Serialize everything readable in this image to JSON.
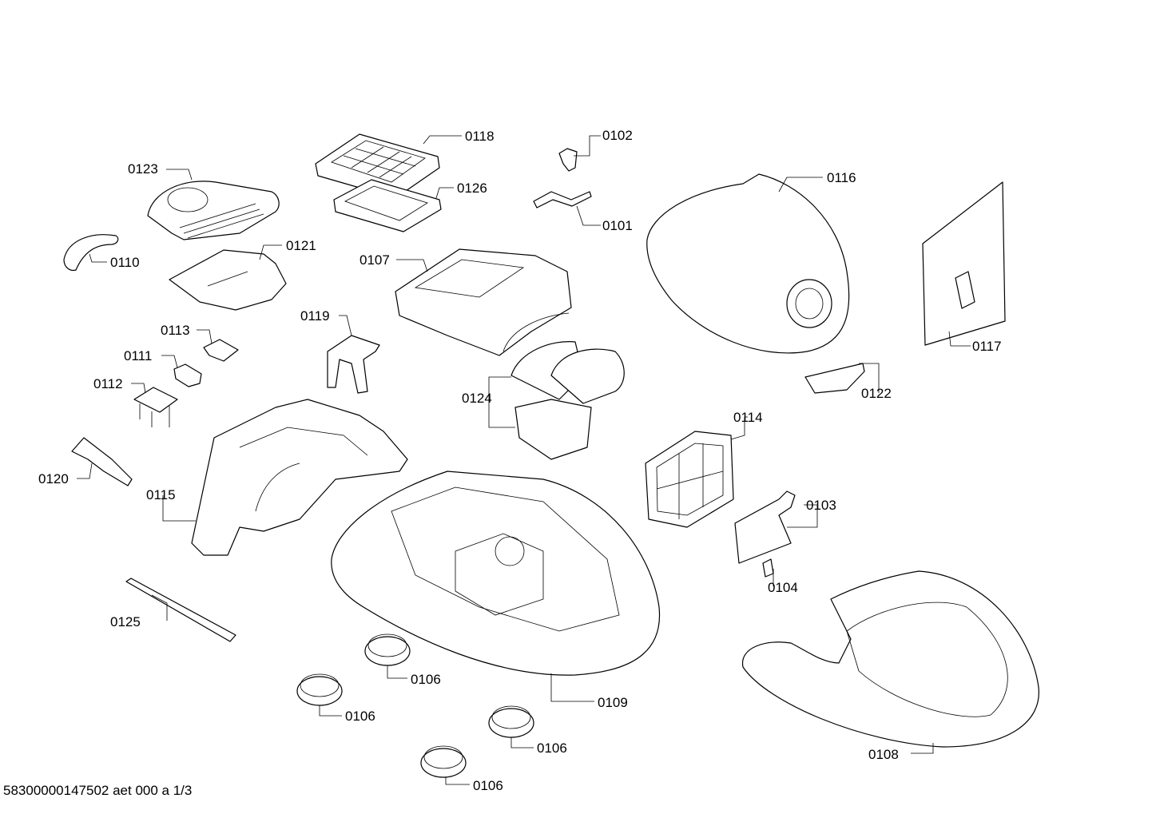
{
  "labels": {
    "p0101": "0101",
    "p0102": "0102",
    "p0103": "0103",
    "p0104": "0104",
    "p0106a": "0106",
    "p0106b": "0106",
    "p0106c": "0106",
    "p0106d": "0106",
    "p0107": "0107",
    "p0108": "0108",
    "p0109": "0109",
    "p0110": "0110",
    "p0111": "0111",
    "p0112": "0112",
    "p0113": "0113",
    "p0114": "0114",
    "p0115": "0115",
    "p0116": "0116",
    "p0117": "0117",
    "p0118": "0118",
    "p0119": "0119",
    "p0120": "0120",
    "p0121": "0121",
    "p0122": "0122",
    "p0123": "0123",
    "p0124": "0124",
    "p0125": "0125",
    "p0126": "0126"
  },
  "footer": "58300000147502 aet 000 a 1/3"
}
